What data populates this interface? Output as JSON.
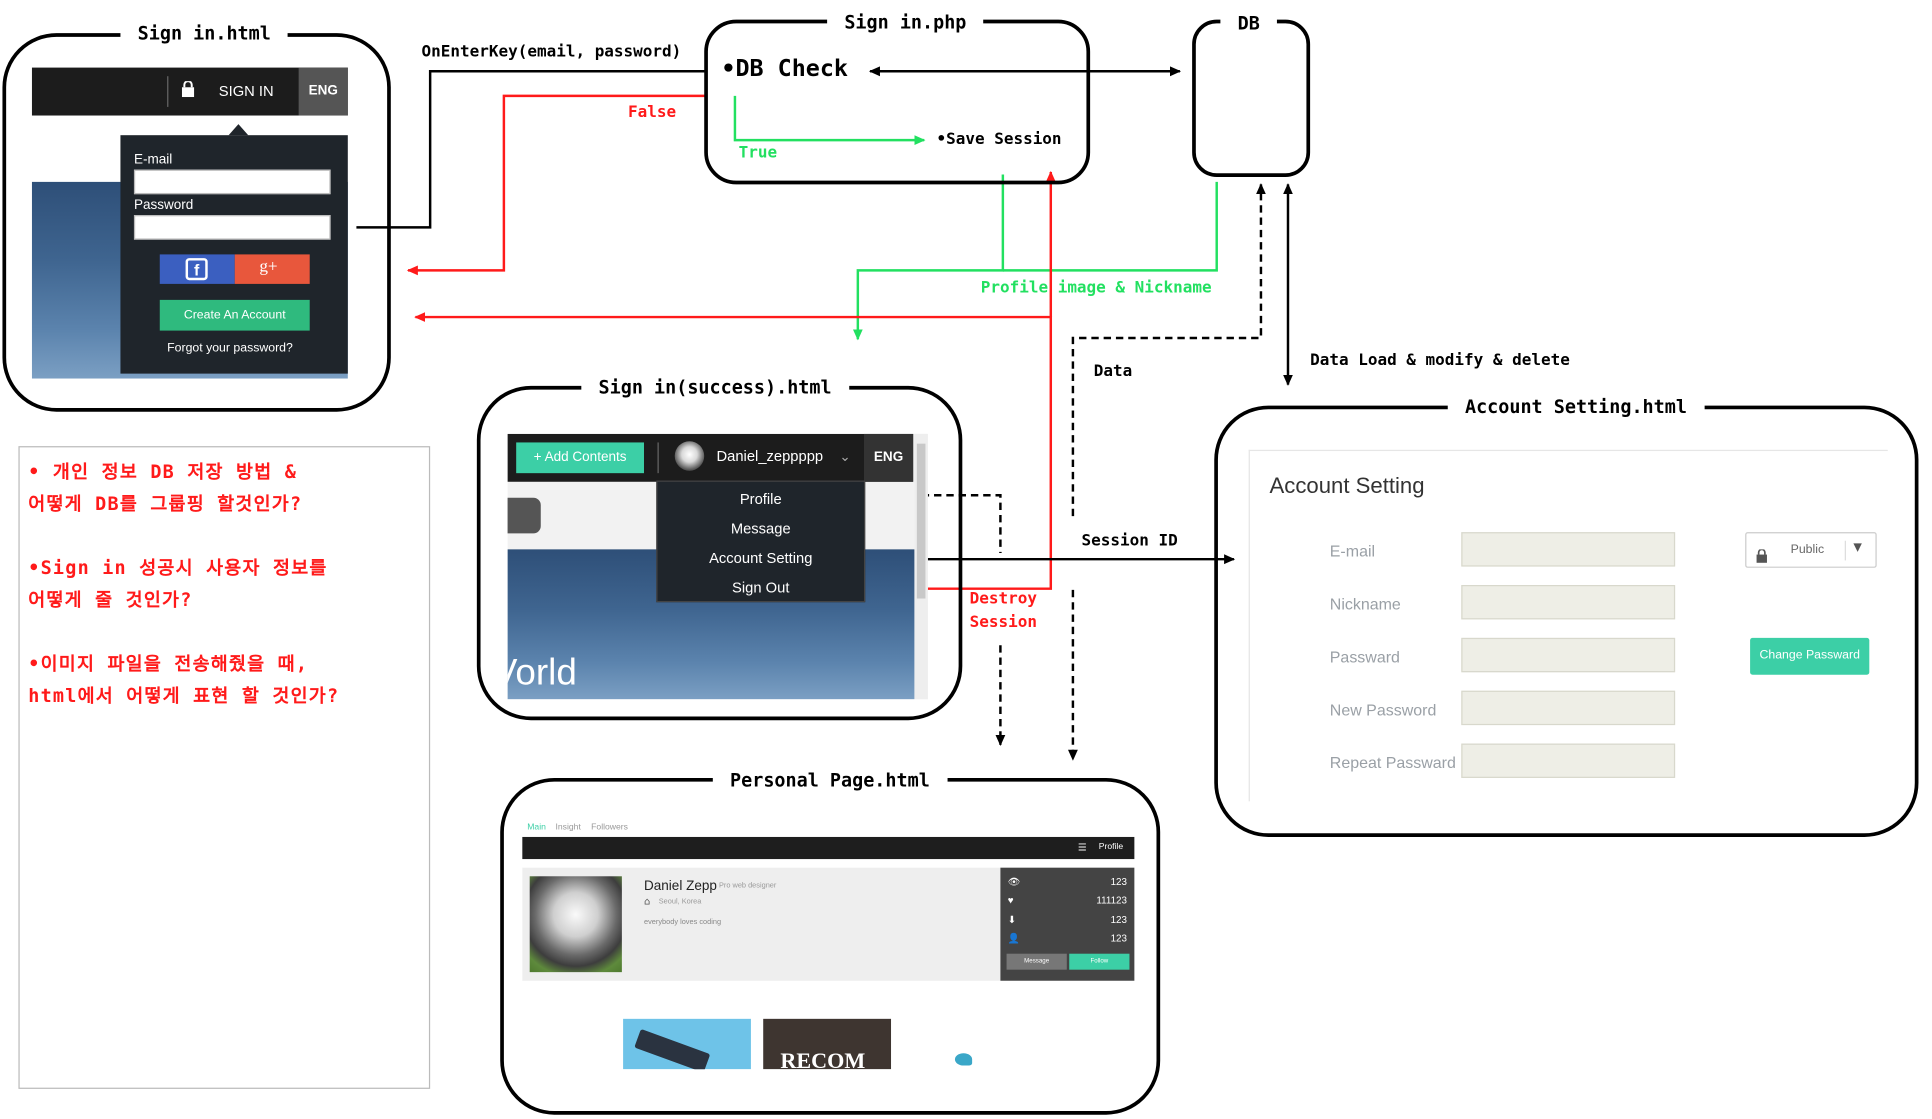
{
  "titles": {
    "signin_html": "Sign in.html",
    "signin_php": "Sign in.php",
    "db": "DB",
    "signin_success": "Sign in(success).html",
    "personal_page": "Personal Page.html",
    "account_setting": "Account Setting.html"
  },
  "php": {
    "db_check": "•DB Check",
    "save_session": "•Save Session",
    "true_label": "True"
  },
  "flows": {
    "on_enter_key": "OnEnterKey(email, password)",
    "false_label": "False",
    "profile_image_nickname": "Profile image & Nickname",
    "data_label": "Data",
    "data_load": "Data Load & modify & delete",
    "session_id": "Session ID",
    "destroy_session": "Destroy\nSession"
  },
  "notes": {
    "line1": "• 개인 정보 DB 저장 방법 &",
    "line2": "어떻게 DB를 그룹핑 할것인가?",
    "line3": "•Sign in 성공시 사용자 정보를",
    "line4": "어떻게 줄 것인가?",
    "line5": "•이미지 파일을 전송해줬을 때,",
    "line6": "html에서 어떻게 표현 할 것인가?"
  },
  "signin_ui": {
    "sign_in_label": "SIGN IN",
    "lang": "ENG",
    "email_label": "E-mail",
    "password_label": "Password",
    "create_account": "Create An Account",
    "forgot_password": "Forgot your password?",
    "facebook_glyph": "f",
    "google_glyph": "g+"
  },
  "success_ui": {
    "add_contents": "+ Add Contents",
    "username": "Daniel_zeppppp",
    "lang": "ENG",
    "menu": [
      "Profile",
      "Message",
      "Account Setting",
      "Sign Out"
    ],
    "bg_text": "Vorld"
  },
  "personal_ui": {
    "tabs": [
      "Main",
      "Insight",
      "Followers"
    ],
    "profile_menu": "Profile",
    "name": "Daniel Zepp",
    "role": "Pro web designer",
    "location": "Seoul, Korea",
    "bio": "everybody loves coding",
    "stats": [
      "123",
      "111123",
      "123",
      "123"
    ],
    "message_btn": "Message",
    "follow_btn": "Follow",
    "thumb_text": "RECOM"
  },
  "account_ui": {
    "heading": "Account Setting",
    "fields": [
      "E-mail",
      "Nickname",
      "Passward",
      "New Password",
      "Repeat Passward"
    ],
    "public_select": "Public",
    "change_btn": "Change Passward"
  },
  "colors": {
    "red": "#ff1a1a",
    "green": "#22e060",
    "accent_teal": "#3ccfa6",
    "button_green": "#2fba7e",
    "facebook": "#3b5fc0",
    "google": "#e8573c"
  }
}
